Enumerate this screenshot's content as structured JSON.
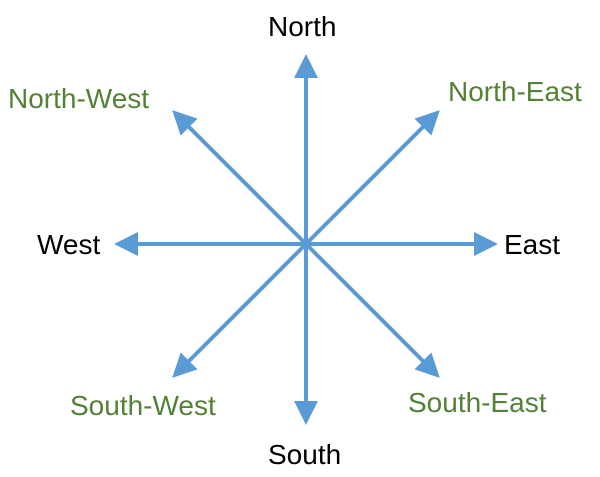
{
  "directions": {
    "north": "North",
    "south": "South",
    "east": "East",
    "west": "West",
    "north_east": "North-East",
    "north_west": "North-West",
    "south_east": "South-East",
    "south_west": "South-West"
  },
  "colors": {
    "arrow": "#5B9BD5",
    "cardinal_text": "#000000",
    "intercardinal_text": "#538135",
    "background": "#FFFFFF"
  }
}
